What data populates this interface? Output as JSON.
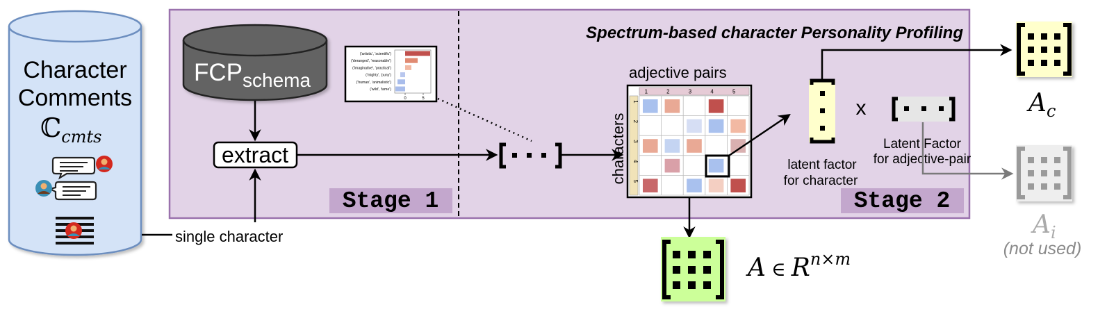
{
  "left_cylinder": {
    "line1": "Character",
    "line2": "Comments",
    "symbol": "ℂ",
    "subscript": "cmts"
  },
  "labels": {
    "single_character": "single character",
    "stage1": "Stage 1",
    "stage2": "Stage 2",
    "title": "Spectrum-based character Personality Profiling",
    "fcp_main": "FCP",
    "fcp_sub": "schema",
    "extract": "extract",
    "adjective_pairs": "adjective pairs",
    "characters": "characters",
    "latent_char_1": "latent factor",
    "latent_char_2": "for character",
    "latent_adj_1": "Latent Factor",
    "latent_adj_2": "for adjective-pair",
    "times": "x",
    "ac_main": "A",
    "ac_sub": "c",
    "ai_main": "A",
    "ai_sub": "i",
    "not_used": "(not used)",
    "formula_A": "A",
    "formula_in": "∈",
    "formula_R": "R",
    "formula_exp": "n×m"
  },
  "mini_chart": {
    "rows": [
      "('artistic', 'scientific')",
      "('deranged', 'reasonable')",
      "('imaginative', 'practical')",
      "('mighty', 'puny')",
      "('human', 'animalistic')",
      "('wild', 'tame')"
    ],
    "ticks": [
      "0",
      "5"
    ]
  },
  "matrix": {
    "col_headers": [
      "1",
      "2",
      "3",
      "4",
      "5"
    ],
    "row_headers": [
      "1",
      "2",
      "3",
      "4",
      "5"
    ]
  },
  "colors": {
    "stage_bg": "#e2d3e7",
    "stage_border": "#9a72ad",
    "stage_label_bg": "#c3a7cd",
    "cylinder_fill": "#d4e3f7",
    "cylinder_stroke": "#6c8ebf",
    "db_fill": "#636363",
    "yellow": "#ffffcc",
    "green": "#ccff99",
    "gray": "#e6e6e6"
  }
}
